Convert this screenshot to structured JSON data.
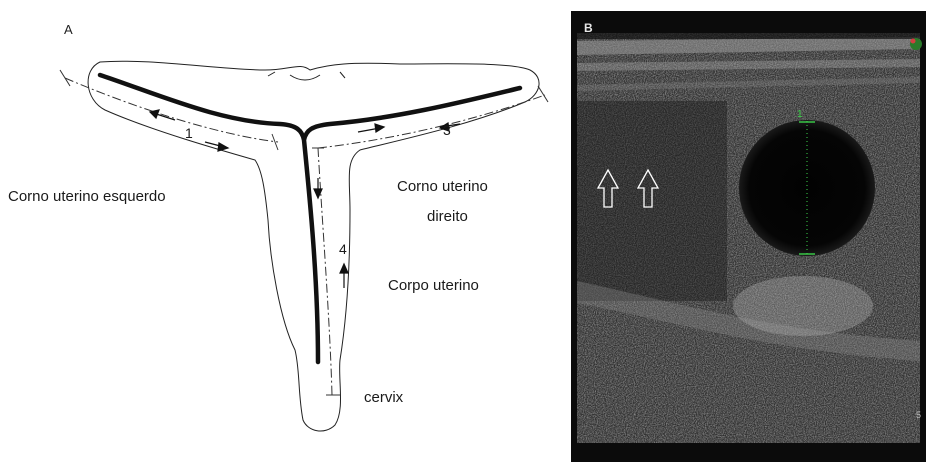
{
  "panel_a": {
    "letter": "A",
    "labels": {
      "left_horn": "Corno uterino esquerdo",
      "right_horn_line1": "Corno uterino",
      "right_horn_line2": "direito",
      "body": "Corpo uterino",
      "cervix": "cervix"
    },
    "segment_numbers": [
      "1",
      "3",
      "4"
    ]
  },
  "panel_b": {
    "letter": "B",
    "caliper_label": "1",
    "depth_marker": "5",
    "colors": {
      "background": "#0b0b0b",
      "caliper": "#3cd24a",
      "arrow_outline": "#ffffff"
    }
  }
}
